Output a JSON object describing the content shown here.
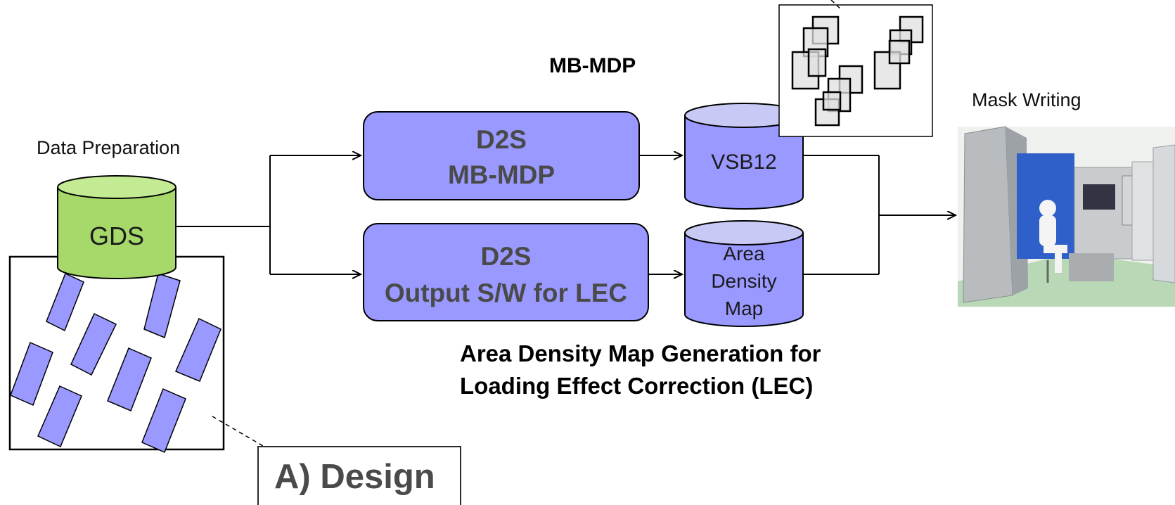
{
  "labels": {
    "data_preparation": "Data Preparation",
    "mask_writing": "Mask Writing",
    "mb_mdp_title": "MB-MDP"
  },
  "gds_cylinder": {
    "label": "GDS",
    "color": "#a6d96a"
  },
  "process_boxes": {
    "top": {
      "line1": "D2S",
      "line2": "MB-MDP",
      "color": "#9999ff"
    },
    "bottom": {
      "line1": "D2S",
      "line2": "Output S/W for LEC",
      "color": "#9999ff"
    }
  },
  "output_cylinders": {
    "vsb12": {
      "label": "VSB12"
    },
    "density": {
      "line1": "Area",
      "line2": "Density",
      "line3": "Map"
    },
    "color": "#9999ff"
  },
  "caption": {
    "line1": "Area Density Map Generation for",
    "line2": "Loading Effect Correction (LEC)"
  },
  "design_label": "A) Design",
  "colors": {
    "box_fill": "#9999ff",
    "gds_fill": "#a6d96a",
    "pattern_fill": "#9999ff",
    "line": "#000000"
  }
}
